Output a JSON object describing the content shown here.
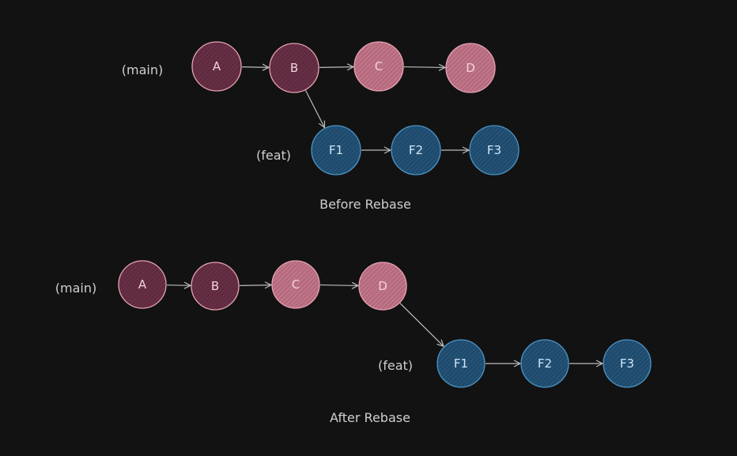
{
  "colors": {
    "background": "#121212",
    "main_dark_fill": "#5e2a3f",
    "main_light_fill": "#b56a7d",
    "main_stroke": "#e7a3b3",
    "main_text": "#f0d3da",
    "feat_fill": "#1f4a6b",
    "feat_stroke": "#4b95c8",
    "feat_text": "#cfe6f7",
    "arrow": "#bdbdbd",
    "label": "#cfcfcf"
  },
  "before": {
    "caption": "Before Rebase",
    "main_label": "(main)",
    "feat_label": "(feat)",
    "main_commits": [
      {
        "label": "A",
        "shade": "dark"
      },
      {
        "label": "B",
        "shade": "dark"
      },
      {
        "label": "C",
        "shade": "light"
      },
      {
        "label": "D",
        "shade": "light"
      }
    ],
    "feat_commits": [
      {
        "label": "F1"
      },
      {
        "label": "F2"
      },
      {
        "label": "F3"
      }
    ],
    "branch_from": "B"
  },
  "after": {
    "caption": "After Rebase",
    "main_label": "(main)",
    "feat_label": "(feat)",
    "main_commits": [
      {
        "label": "A",
        "shade": "dark"
      },
      {
        "label": "B",
        "shade": "dark"
      },
      {
        "label": "C",
        "shade": "light"
      },
      {
        "label": "D",
        "shade": "light"
      }
    ],
    "feat_commits": [
      {
        "label": "F1"
      },
      {
        "label": "F2"
      },
      {
        "label": "F3"
      }
    ],
    "branch_from": "D"
  }
}
